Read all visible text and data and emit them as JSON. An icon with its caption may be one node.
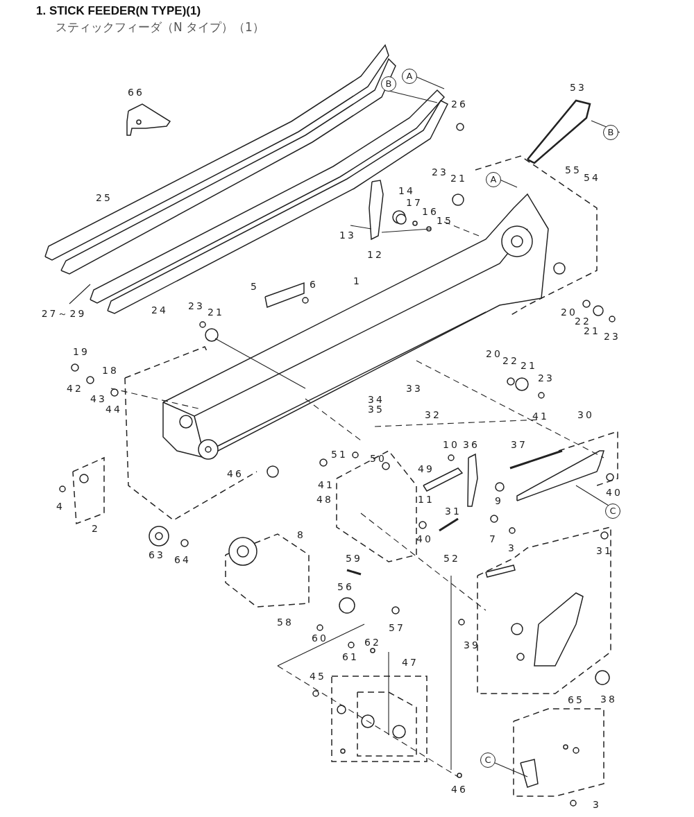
{
  "diagram": {
    "title": "1. STICK FEEDER(N TYPE)(1)",
    "labels": [
      "スティックフィーダ（N タイプ）（1）",
      "A",
      "B",
      "66",
      "26",
      "53",
      "B",
      "25",
      "23",
      "21",
      "14",
      "17",
      "16",
      "15",
      "13",
      "12",
      "55",
      "54",
      "A",
      "5",
      "6",
      "1",
      "27～29",
      "24",
      "23",
      "21",
      "20",
      "22",
      "21",
      "23",
      "19",
      "18",
      "20",
      "22",
      "21",
      "23",
      "42",
      "43",
      "44",
      "33",
      "34",
      "35",
      "32",
      "41",
      "30",
      "51",
      "10",
      "36",
      "37",
      "50",
      "49",
      "46",
      "41",
      "40",
      "11",
      "31",
      "48",
      "9",
      "4",
      "2",
      "40",
      "8",
      "7",
      "3",
      "31",
      "C",
      "63",
      "64",
      "52",
      "59",
      "56",
      "57",
      "58",
      "39",
      "60",
      "62",
      "61",
      "47",
      "45",
      "38",
      "65",
      "C",
      "46",
      "3"
    ]
  }
}
